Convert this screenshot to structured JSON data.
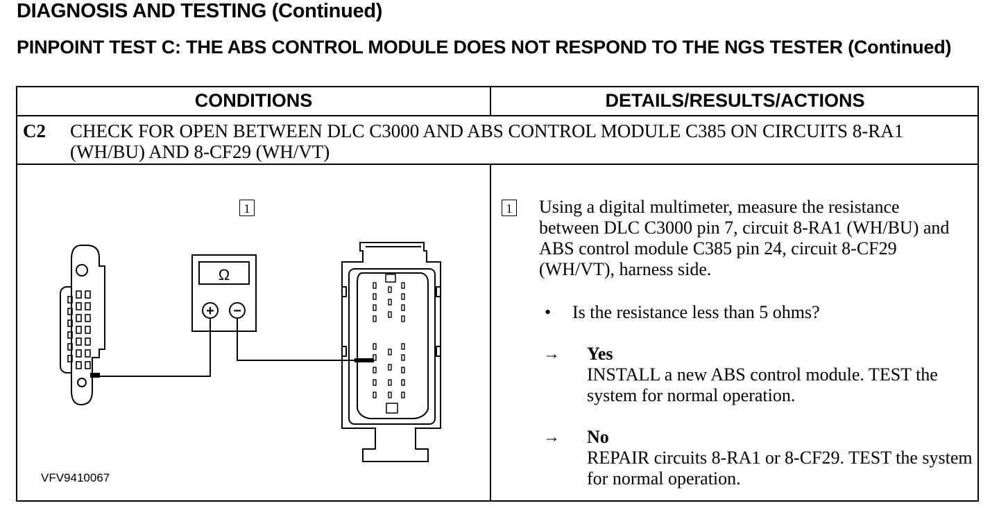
{
  "header": {
    "title": "DIAGNOSIS AND TESTING (Continued)",
    "test_title": "PINPOINT TEST C: THE ABS CONTROL MODULE DOES NOT RESPOND TO THE NGS TESTER (Continued)"
  },
  "table": {
    "col_conditions": "CONDITIONS",
    "col_details": "DETAILS/RESULTS/ACTIONS",
    "step": {
      "id": "C2",
      "title": "CHECK FOR OPEN BETWEEN DLC C3000 AND ABS CONTROL MODULE C385 ON CIRCUITS 8-RA1 (WH/BU) AND 8-CF29 (WH/VT)"
    },
    "diagram": {
      "step_marker": "1",
      "meter_symbol": "Ω",
      "plus_symbol": "+",
      "minus_symbol": "−",
      "figure_id": "VFV9410067",
      "icons": [
        "dlc-connector-icon",
        "multimeter-icon",
        "abs-module-connector-icon"
      ]
    },
    "details": {
      "step_marker": "1",
      "instruction": "Using a digital multimeter, measure the resistance between DLC C3000 pin 7, circuit 8-RA1 (WH/BU) and ABS control module C385 pin 24, circuit 8-CF29 (WH/VT), harness side.",
      "bullet_symbol": "•",
      "question": "Is the resistance less than 5 ohms?",
      "arrow_symbol": "→",
      "yes_label": "Yes",
      "yes_action": "INSTALL a new ABS control module. TEST the system for normal operation.",
      "no_label": "No",
      "no_action": "REPAIR circuits 8-RA1 or 8-CF29. TEST the system for normal operation."
    }
  }
}
